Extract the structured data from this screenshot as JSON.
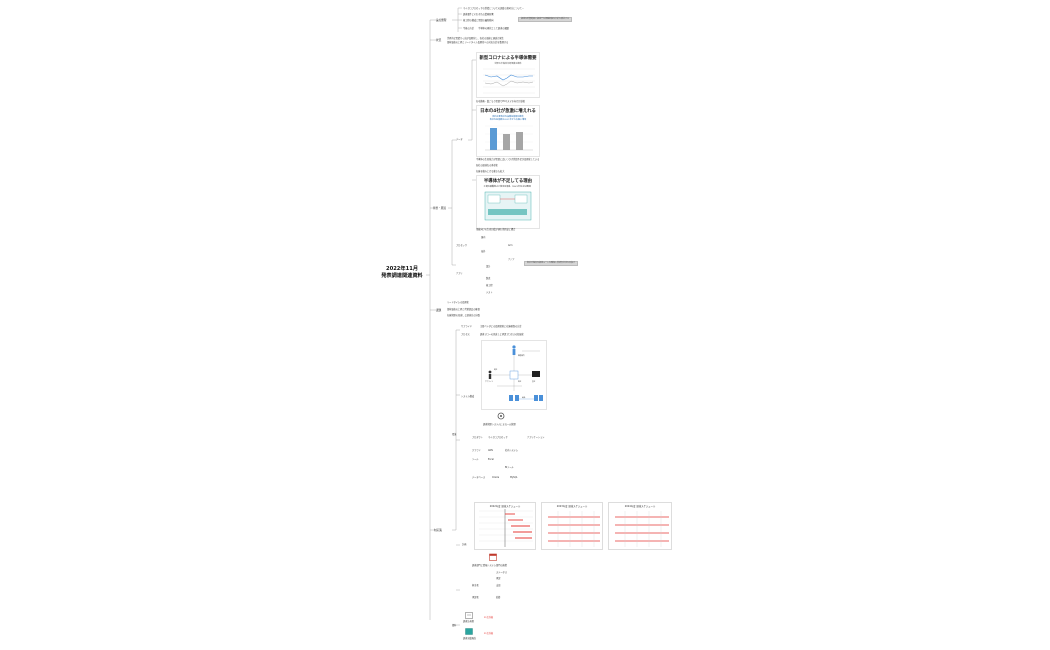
{
  "root": {
    "title_line1": "2022年11月",
    "title_line2": "発表調達関連資料"
  },
  "branches": {
    "b1": {
      "label": "論点整理",
      "lines": [
        "マイクロプロセッサの供給についての調査の進め方について…",
        "調達要件とそれぞれの業務影響",
        "後工程の構成と需給の最新動向",
        "今後の方針　　半導体の現状として調達の課題"
      ],
      "tag": "調達の影響範囲と調達での課題把握の方針を検討する"
    },
    "b2": {
      "label": "状況",
      "lines": [
        "世界的な需給ひっ迫が長期化し、各社の調達に遅延が発生",
        "部材価格の上昇とリードタイム長期化への対応方針を整理する"
      ]
    },
    "b3": {
      "label": "背景・原因",
      "sub": "データ",
      "fig1": {
        "title": "新型コロナによる半導体需要",
        "sub": "世界の半導体市場規模の推移"
      },
      "fig1_note": "在宅勤務・巣ごもり需要でPCやスマホ向けが急増",
      "fig2": {
        "title": "日本の4社が急激に増えれる",
        "sub1": "国内主要各社の設備投資額の推移",
        "sub2": "各社の投資額は2021年から大幅に増加"
      },
      "fig2_notes": [
        "半導体の生産能力が需要に追いつかず供給不足が長期化している",
        "各社の調達先の多様化",
        "在庫を積み上げる動きも拡大"
      ],
      "fig3": {
        "title": "半導体が不足してる理由",
        "sub": "工場の稼働停止と物流の混乱（2021年の主な要因）"
      },
      "fig3_note": "車載向けの生産回復が遅れ他用途と競合",
      "prod": {
        "label": "プロセッサ",
        "items": [
          "国内",
          "海外",
          "Arm",
          "アジア"
        ]
      },
      "prod_tag": "各社が独自の調達ルートを確保し供給安定化を目指す",
      "prod2": {
        "label": "アプリ",
        "items": [
          "設計",
          "製造",
          "後工程",
          "テスト"
        ]
      }
    },
    "b4": {
      "label": "課題",
      "lines": [
        "リードタイムの長期化",
        "部材価格の上昇と代替部品の確保",
        "在庫管理の見直しと調達先の分散"
      ]
    },
    "b5": {
      "label": "対応策",
      "items": [
        {
          "k": "サプライヤ",
          "v": "主要ベンダとの長期契約と在庫確保の方針"
        },
        {
          "k": "プロセス",
          "v": "調達フローの見直しと承認プロセスの短縮化"
        },
        {
          "k": "システム構成",
          "v": ""
        }
      ],
      "diagram_labels": [
        "発注",
        "在庫",
        "納品",
        "サプライヤ",
        "調達部門",
        "倉庫"
      ],
      "env": {
        "label": "環境",
        "caption": "調達管理システムによる一元管理",
        "rows": [
          [
            "プロダクト",
            "マイクロプロセッサ",
            "アプリケーション"
          ],
          [
            "クラウド",
            "AWS",
            "社内システム"
          ],
          [
            "ツール",
            "Excel",
            "BIツール"
          ],
          [
            "データベース",
            "Oracle",
            "MySQL"
          ]
        ]
      },
      "schedule": {
        "label": "計画",
        "panels": [
          "2022年度 調達スケジュール",
          "2023年度 調達スケジュール",
          "2024年度 調達スケジュール"
        ]
      },
      "notes": [
        "調達部門と情報システム部門の連携",
        "ステータス",
        "承認"
      ],
      "people": [
        {
          "k": "担当者",
          "v": "山田"
        },
        {
          "k": "承認者",
          "v": "佐藤"
        }
      ],
      "docs": {
        "label": "資料",
        "items": [
          {
            "name": "調達計画書",
            "note": "※ 社外秘"
          },
          {
            "name": "調達実績報告",
            "note": "※ 社外秘"
          }
        ]
      }
    }
  },
  "colors": {
    "accent": "#4a90d9",
    "bar": "#5b9bd5",
    "gray": "#a6a6a6",
    "red": "#e53935",
    "teal": "#2aa5a0"
  }
}
